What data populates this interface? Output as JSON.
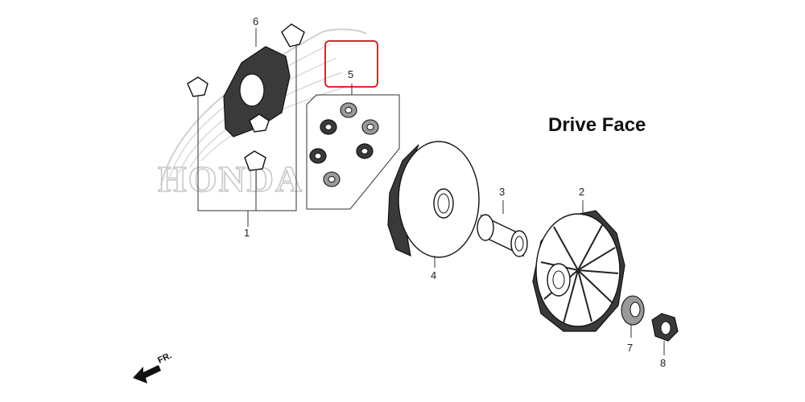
{
  "title": "Drive Face",
  "watermark": "HONDA",
  "front_indicator": "FR.",
  "highlight_color": "#d9262c",
  "callouts": {
    "c1": "1",
    "c2": "2",
    "c3": "3",
    "c4": "4",
    "c5": "5",
    "c6": "6",
    "c7": "7",
    "c8": "8"
  }
}
